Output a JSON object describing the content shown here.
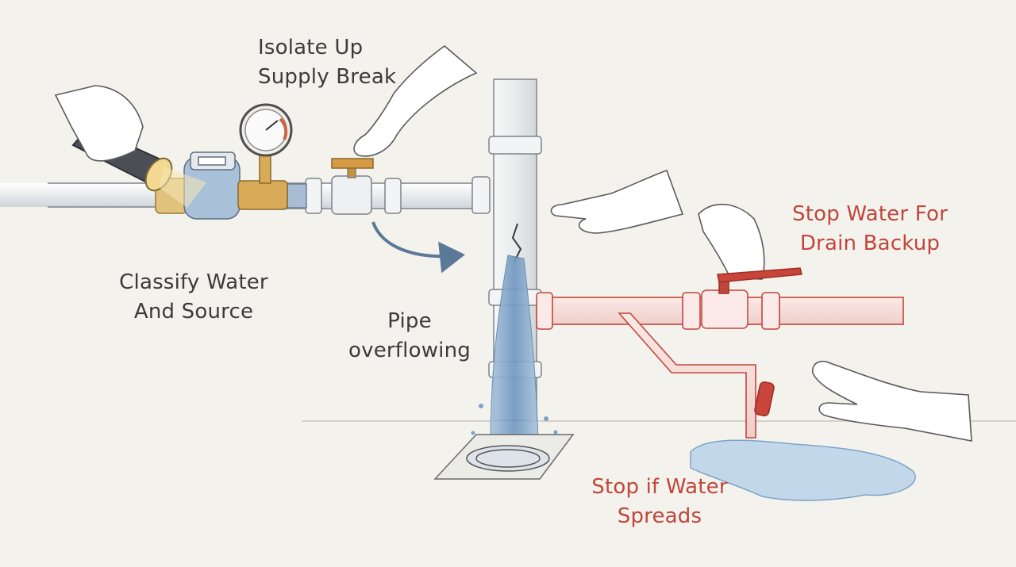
{
  "labels": {
    "isolate_supply": {
      "line1": "Isolate Up",
      "line2": "Supply Break"
    },
    "classify_water": {
      "line1": "Classify Water",
      "line2": "And Source"
    },
    "pipe_overflowing": {
      "line1": "Pipe",
      "line2": "overflowing"
    },
    "stop_drain_backup": {
      "line1": "Stop Water For",
      "line2": "Drain Backup"
    },
    "stop_water_spreads": {
      "line1": "Stop if Water",
      "line2": "Spreads"
    }
  },
  "colors": {
    "background": "#f4f2ec",
    "ink": "#3b3b3b",
    "supply_pipe": "#e9ecef",
    "drain_pipe_red": "#c0463b",
    "water_blue": "#8fb3d4",
    "brass": "#d1a04a",
    "arrow_blue": "#5a7898"
  },
  "icons": {
    "flashlight": "flashlight-icon",
    "water_meter": "water-meter-icon",
    "pressure_gauge": "pressure-gauge-icon",
    "shutoff_valve": "shutoff-valve-icon",
    "floor_drain": "floor-drain-icon",
    "water_puddle": "water-puddle-icon",
    "pointing_hand": "pointing-hand-icon"
  }
}
